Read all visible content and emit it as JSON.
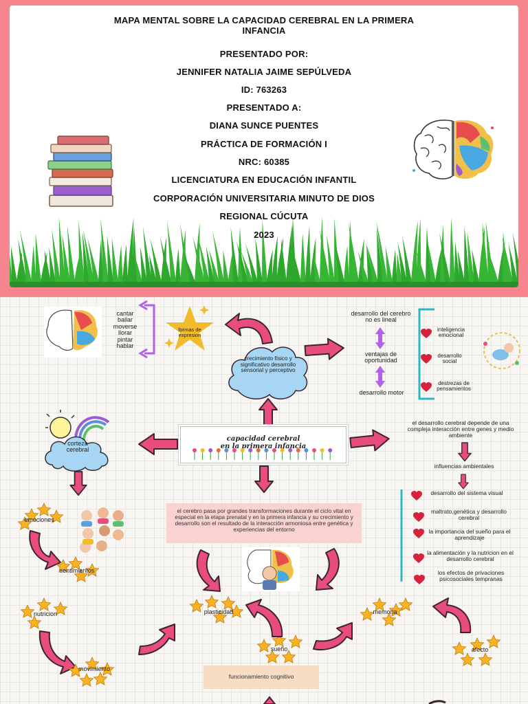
{
  "cover": {
    "title_line1": "MAPA MENTAL SOBRE LA CAPACIDAD CEREBRAL EN LA PRIMERA",
    "title_line2": "INFANCIA",
    "presented_by_label": "PRESENTADO POR:",
    "author": "JENNIFER NATALIA JAIME SEPÚLVEDA",
    "student_id": "ID: 763263",
    "presented_to_label": "PRESENTADO A:",
    "teacher": "DIANA SUNCE PUENTES",
    "course": "PRÁCTICA DE FORMACIÓN I",
    "nrc": "NRC: 60385",
    "program": "LICENCIATURA EN EDUCACIÓN INFANTIL",
    "university": "CORPORACIÓN UNIVERSITARIA MINUTO DE DIOS",
    "campus": "REGIONAL CÚCUTA",
    "year": "2023"
  },
  "map": {
    "center_line1": "capacidad cerebral",
    "center_line2": "en la primera infancia",
    "expression_list": [
      "cantar",
      "bailar",
      "moverse",
      "llorar",
      "pintar",
      "hablar"
    ],
    "star_label": "formas de expresion",
    "cloud_text": "crecimiento físico y significativo desarrollo sensorial y perceptivo",
    "dev_nonlinear": "desarrollo del cerebro no es lineal",
    "windows": "ventajas de oportunidad",
    "motor": "desarrollo motor",
    "right_items": [
      "inteligencia emocional",
      "desarrollo social",
      "destrezas de pensamientos"
    ],
    "cortex": "corteza cerebral",
    "genes_text": "el desarrollo cerebral depende de una compleja interacción entre genes y medio ambiente",
    "env_influences": "influencias ambientales",
    "influence_items": [
      "desarrollo del sistema visual",
      "maltrato,genética y desarrollo cerebral",
      "la importancia del sueño para el aprendizaje",
      "la alimentación y la nutricion en el desarrollo cerebral",
      "los efectos de privaciones psicosociales tempranas"
    ],
    "emotions": "emociones",
    "feelings": "sentimientos",
    "transform_text": "el cerebro pasa por grandes transformaciones durante el ciclo vital  en especial en la etapa prenatal y en la primera infancia y su crecimiento y desarrollo son el resultado de la interacción armoniosa entre genética y experiencias del entorno",
    "nutrition": "nutricion",
    "plasticity": "plasticidad",
    "memory": "memoria",
    "sleep": "sueño",
    "affection": "afecto",
    "movement": "movimiento",
    "cognitive": "funcionamiento cognitivo"
  },
  "colors": {
    "pink": "#e84d7e",
    "pink_dark": "#3a2530",
    "purple": "#b063e6",
    "teal": "#2ab8c4",
    "grass": "#2ea82c",
    "star_gold": "#f2bb2a",
    "cover_bg": "#f6858d",
    "heart": "#d4233a"
  }
}
